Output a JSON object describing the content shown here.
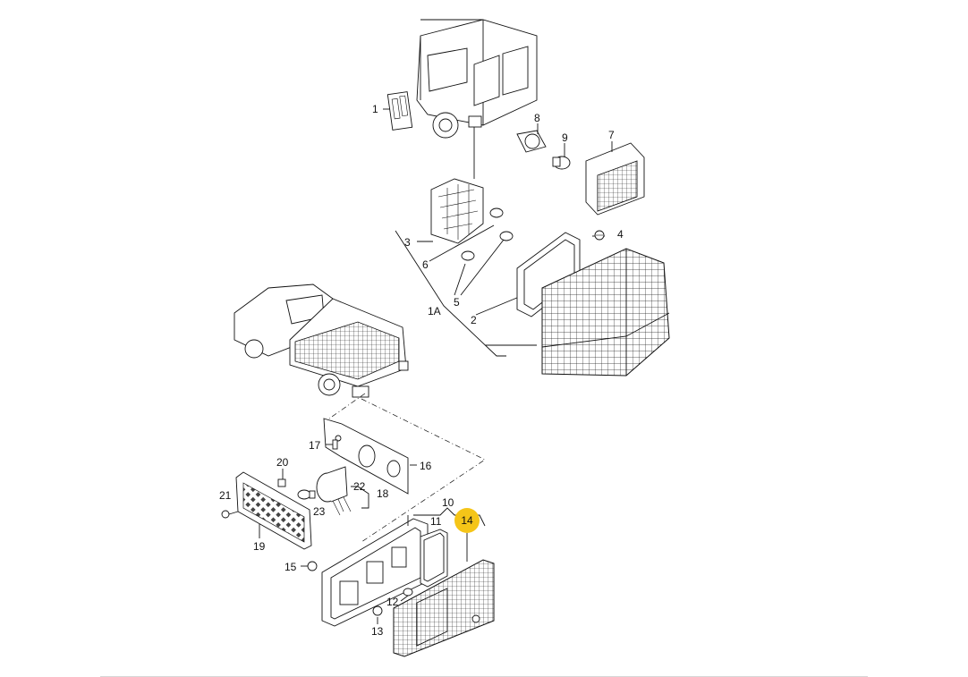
{
  "labels": {
    "p1": "1",
    "p1a": "1A",
    "p2": "2",
    "p3": "3",
    "p4": "4",
    "p5": "5",
    "p6": "6",
    "p7": "7",
    "p8": "8",
    "p9": "9",
    "p10": "10",
    "p11": "11",
    "p12": "12",
    "p13": "13",
    "p14": "14",
    "p15": "15",
    "p16": "16",
    "p17": "17",
    "p18": "18",
    "p19": "19",
    "p20": "20",
    "p21": "21",
    "p22": "22",
    "p23": "23"
  },
  "highlight": {
    "part": "14",
    "color": "#f5c518"
  },
  "colors": {
    "line": "#111111",
    "background": "#ffffff",
    "rule": "#d6d6d6"
  }
}
